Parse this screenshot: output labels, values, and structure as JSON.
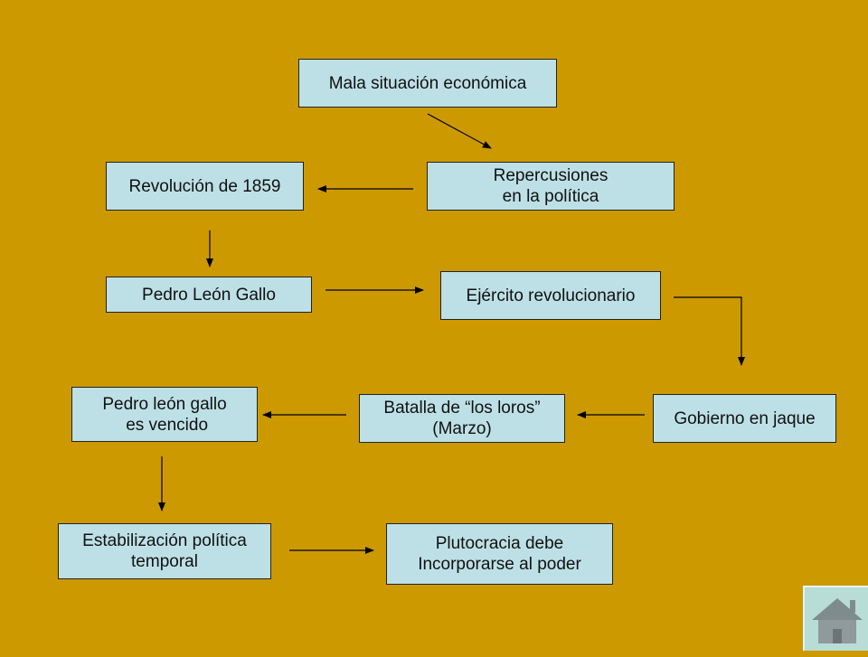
{
  "nodes": {
    "mala_situacion": "Mala situación económica",
    "repercusiones": "Repercusiones\nen la política",
    "revolucion": "Revolución de 1859",
    "pedro_leon_gallo": "Pedro León Gallo",
    "ejercito": "Ejército revolucionario",
    "gobierno": "Gobierno en jaque",
    "batalla": "Batalla de “los loros”\n(Marzo)",
    "vencido": "Pedro león gallo\n es vencido",
    "estabilizacion": "Estabilización política\ntemporal",
    "plutocracia": "Plutocracia debe\nIncorporarse al poder"
  },
  "home_button": {
    "icon": "home-icon"
  },
  "colors": {
    "background": "#CC9900",
    "node_fill": "#BDE0E6",
    "arrow": "#000000"
  }
}
